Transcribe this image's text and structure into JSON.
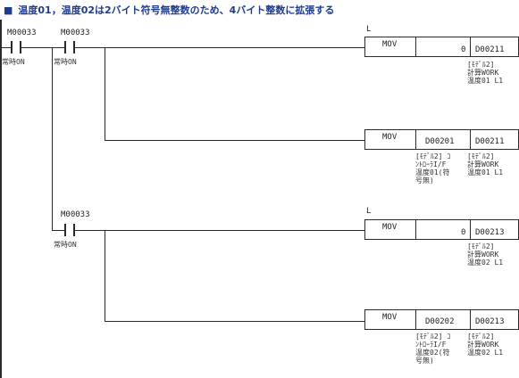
{
  "title": "温度01，温度02は2バイト符号無整数のため、4バイト整数に拡張する",
  "rung1": {
    "contact1": {
      "device": "M00033",
      "comment": "常時ON"
    },
    "contact2": {
      "device": "M00033",
      "comment": "常時ON"
    },
    "marker": "L",
    "mov1": {
      "op": "MOV",
      "src": "0",
      "dst": "D00211",
      "dst_comment": [
        "[ﾓﾃﾞﾙ2]",
        "計算WORK",
        "温度01 L1"
      ]
    },
    "mov2": {
      "op": "MOV",
      "src": "D00201",
      "dst": "D00211",
      "src_comment": [
        "[ﾓﾃﾞﾙ2] ｺ",
        "ﾝﾄﾛｰﾗI/F",
        "温度01(符",
        "号無)"
      ],
      "dst_comment": [
        "[ﾓﾃﾞﾙ2]",
        "計算WORK",
        "温度01 L1"
      ]
    }
  },
  "rung2": {
    "contact": {
      "device": "M00033",
      "comment": "常時ON"
    },
    "marker": "L",
    "mov1": {
      "op": "MOV",
      "src": "0",
      "dst": "D00213",
      "dst_comment": [
        "[ﾓﾃﾞﾙ2]",
        "計算WORK",
        "温度02 L1"
      ]
    },
    "mov2": {
      "op": "MOV",
      "src": "D00202",
      "dst": "D00213",
      "src_comment": [
        "[ﾓﾃﾞﾙ2] ｺ",
        "ﾝﾄﾛｰﾗI/F",
        "温度02(符",
        "号無)"
      ],
      "dst_comment": [
        "[ﾓﾃﾞﾙ2]",
        "計算WORK",
        "温度02 L1"
      ]
    }
  }
}
